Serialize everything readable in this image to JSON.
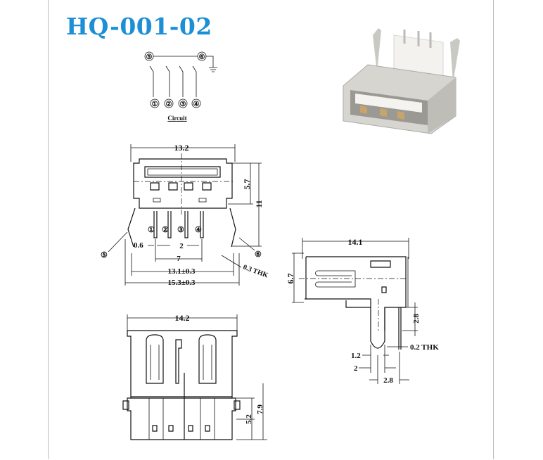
{
  "title": "HQ-001-02",
  "circuit": {
    "label": "Circuit",
    "pins": [
      "①",
      "②",
      "③",
      "④",
      "⑤",
      "⑥"
    ]
  },
  "front_view": {
    "dims": {
      "width_top": "13.2",
      "height_opening": "5.7",
      "height_total": "11",
      "pin_width": "0.6",
      "pitch": "2",
      "outer_pitch": "7",
      "span_inner": "13.1±0.3",
      "span_outer": "15.3±0.3",
      "thickness": "0.3 THK"
    },
    "pins": [
      "①",
      "②",
      "③",
      "④",
      "⑤",
      "⑥"
    ]
  },
  "side_view": {
    "dims": {
      "length": "14.1",
      "height": "6.7",
      "pin_length": "2.8",
      "pin_thk": "0.2 THK",
      "pin_w1": "1.2",
      "pin_w2": "2",
      "pin_spacing": "2.8"
    }
  },
  "bottom_view": {
    "dims": {
      "width": "14.2",
      "height_a": "5.2",
      "height_b": "7.9"
    }
  },
  "colors": {
    "title": "#1d8fd6",
    "line": "#111111"
  }
}
